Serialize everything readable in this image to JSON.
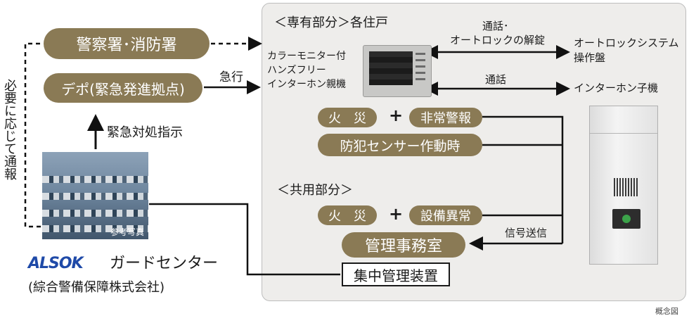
{
  "police_fire": "警察署･消防署",
  "depot": "デポ(緊急発進拠点)",
  "urgent": "急行",
  "emergency_instruction": "緊急対処指示",
  "notify_as_needed": "必要に応じて通報",
  "reference_photo": "参考写真",
  "guard_center": {
    "brand": "ALSOK",
    "label": "ガードセンター",
    "company": "(綜合警備保障株式会社)"
  },
  "private_area": {
    "heading": "＜専有部分＞各住戸",
    "monitor_label": [
      "カラーモニター付",
      "ハンズフリー",
      "インターホン親機"
    ],
    "call_unlock": [
      "通話･",
      "オートロックの解錠"
    ],
    "autolock_panel": [
      "オートロックシステム",
      "操作盤"
    ],
    "call": "通話",
    "intercom_sub": "インターホン子機",
    "fire": "火　災",
    "emergency_alarm": "非常警報",
    "security_sensor": "防犯センサー作動時"
  },
  "common_area": {
    "heading": "＜共用部分＞",
    "fire": "火　災",
    "equipment_fault": "設備異常"
  },
  "signal_send": "信号送信",
  "management_office": "管理事務室",
  "central_control": "集中管理装置",
  "concept_note": "概念図",
  "colors": {
    "pill": "#8a7a55",
    "panel": "#eeedeb",
    "brand": "#1f4aa8"
  }
}
